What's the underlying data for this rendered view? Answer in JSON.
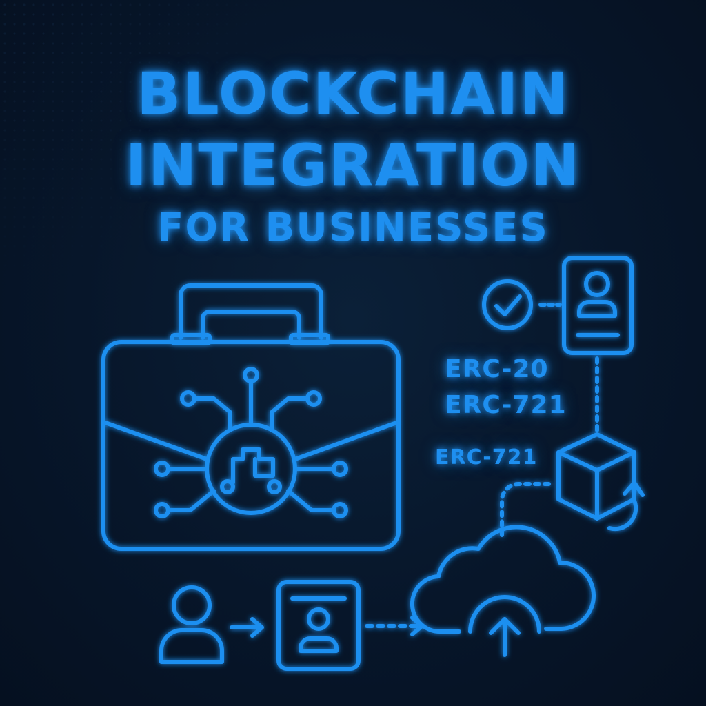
{
  "theme": {
    "accent": "#1e8ff0",
    "background": "#07162a"
  },
  "title": {
    "line1": "BLOCKCHAIN",
    "line2": "INTEGRATION",
    "line3": "FOR BUSINESSES"
  },
  "labels": {
    "erc20": "ERC-20",
    "erc721_a": "ERC-721",
    "erc721_b": "ERC-721"
  },
  "icons": [
    "briefcase-icon",
    "circuit-icon",
    "checkmark-circle-icon",
    "id-card-icon",
    "cube-icon",
    "cloud-upload-icon",
    "user-icon",
    "profile-document-icon"
  ]
}
